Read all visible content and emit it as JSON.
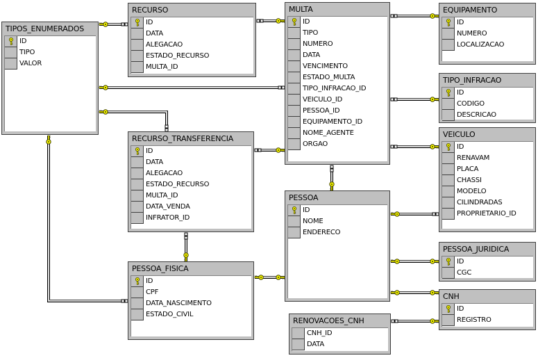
{
  "diagram": {
    "tables": [
      {
        "id": "tipos_enumerados",
        "name": "TIPOS_ENUMERADOS",
        "columns": [
          {
            "name": "ID",
            "pk": true
          },
          {
            "name": "TIPO",
            "pk": false
          },
          {
            "name": "VALOR",
            "pk": false
          }
        ]
      },
      {
        "id": "recurso",
        "name": "RECURSO",
        "columns": [
          {
            "name": "ID",
            "pk": true
          },
          {
            "name": "DATA",
            "pk": false
          },
          {
            "name": "ALEGACAO",
            "pk": false
          },
          {
            "name": "ESTADO_RECURSO",
            "pk": false
          },
          {
            "name": "MULTA_ID",
            "pk": false
          }
        ]
      },
      {
        "id": "multa",
        "name": "MULTA",
        "columns": [
          {
            "name": "ID",
            "pk": true
          },
          {
            "name": "TIPO",
            "pk": false
          },
          {
            "name": "NUMERO",
            "pk": false
          },
          {
            "name": "DATA",
            "pk": false
          },
          {
            "name": "VENCIMENTO",
            "pk": false
          },
          {
            "name": "ESTADO_MULTA",
            "pk": false
          },
          {
            "name": "TIPO_INFRACAO_ID",
            "pk": false
          },
          {
            "name": "VEICULO_ID",
            "pk": false
          },
          {
            "name": "PESSOA_ID",
            "pk": false
          },
          {
            "name": "EQUIPAMENTO_ID",
            "pk": false
          },
          {
            "name": "NOME_AGENTE",
            "pk": false
          },
          {
            "name": "ORGAO",
            "pk": false
          }
        ]
      },
      {
        "id": "equipamento",
        "name": "EQUIPAMENTO",
        "columns": [
          {
            "name": "ID",
            "pk": true
          },
          {
            "name": "NUMERO",
            "pk": false
          },
          {
            "name": "LOCALIZACAO",
            "pk": false
          }
        ]
      },
      {
        "id": "tipo_infracao",
        "name": "TIPO_INFRACAO",
        "columns": [
          {
            "name": "ID",
            "pk": true
          },
          {
            "name": "CODIGO",
            "pk": false
          },
          {
            "name": "DESCRICAO",
            "pk": false
          }
        ]
      },
      {
        "id": "veiculo",
        "name": "VEICULO",
        "columns": [
          {
            "name": "ID",
            "pk": true
          },
          {
            "name": "RENAVAM",
            "pk": false
          },
          {
            "name": "PLACA",
            "pk": false
          },
          {
            "name": "CHASSI",
            "pk": false
          },
          {
            "name": "MODELO",
            "pk": false
          },
          {
            "name": "CILINDRADAS",
            "pk": false
          },
          {
            "name": "PROPRIETARIO_ID",
            "pk": false
          }
        ]
      },
      {
        "id": "recurso_transferencia",
        "name": "RECURSO_TRANSFERENCIA",
        "columns": [
          {
            "name": "ID",
            "pk": true
          },
          {
            "name": "DATA",
            "pk": false
          },
          {
            "name": "ALEGACAO",
            "pk": false
          },
          {
            "name": "ESTADO_RECURSO",
            "pk": false
          },
          {
            "name": "MULTA_ID",
            "pk": false
          },
          {
            "name": "DATA_VENDA",
            "pk": false
          },
          {
            "name": "INFRATOR_ID",
            "pk": false
          }
        ]
      },
      {
        "id": "pessoa",
        "name": "PESSOA",
        "columns": [
          {
            "name": "ID",
            "pk": true
          },
          {
            "name": "NOME",
            "pk": false
          },
          {
            "name": "ENDERECO",
            "pk": false
          }
        ]
      },
      {
        "id": "pessoa_juridica",
        "name": "PESSOA_JURIDICA",
        "columns": [
          {
            "name": "ID",
            "pk": true
          },
          {
            "name": "CGC",
            "pk": false
          }
        ]
      },
      {
        "id": "pessoa_fisica",
        "name": "PESSOA_FISICA",
        "columns": [
          {
            "name": "ID",
            "pk": true
          },
          {
            "name": "CPF",
            "pk": false
          },
          {
            "name": "DATA_NASCIMENTO",
            "pk": false
          },
          {
            "name": "ESTADO_CIVIL",
            "pk": false
          }
        ]
      },
      {
        "id": "cnh",
        "name": "CNH",
        "columns": [
          {
            "name": "ID",
            "pk": true
          },
          {
            "name": "REGISTRO",
            "pk": false
          }
        ]
      },
      {
        "id": "renovacoes_cnh",
        "name": "RENOVACOES_CNH",
        "columns": [
          {
            "name": "CNH_ID",
            "pk": false
          },
          {
            "name": "DATA",
            "pk": false
          }
        ]
      }
    ],
    "relationships": [
      {
        "from": "recurso",
        "to": "tipos_enumerados",
        "type": "many-to-one"
      },
      {
        "from": "multa",
        "to": "tipos_enumerados",
        "type": "many-to-one"
      },
      {
        "from": "recurso_transferencia",
        "to": "tipos_enumerados",
        "type": "many-to-one"
      },
      {
        "from": "pessoa_fisica",
        "to": "tipos_enumerados",
        "type": "many-to-one"
      },
      {
        "from": "recurso",
        "to": "multa",
        "type": "many-to-one"
      },
      {
        "from": "recurso_transferencia",
        "to": "multa",
        "type": "many-to-one"
      },
      {
        "from": "multa",
        "to": "equipamento",
        "type": "many-to-one"
      },
      {
        "from": "multa",
        "to": "tipo_infracao",
        "type": "many-to-one"
      },
      {
        "from": "multa",
        "to": "veiculo",
        "type": "many-to-one"
      },
      {
        "from": "multa",
        "to": "pessoa",
        "type": "many-to-one"
      },
      {
        "from": "veiculo",
        "to": "pessoa",
        "type": "many-to-one"
      },
      {
        "from": "recurso_transferencia",
        "to": "pessoa_fisica",
        "type": "many-to-one"
      },
      {
        "from": "pessoa_fisica",
        "to": "pessoa",
        "type": "one-to-one"
      },
      {
        "from": "pessoa_juridica",
        "to": "pessoa",
        "type": "one-to-one"
      },
      {
        "from": "cnh",
        "to": "pessoa",
        "type": "one-to-one"
      },
      {
        "from": "renovacoes_cnh",
        "to": "cnh",
        "type": "many-to-one"
      }
    ]
  }
}
